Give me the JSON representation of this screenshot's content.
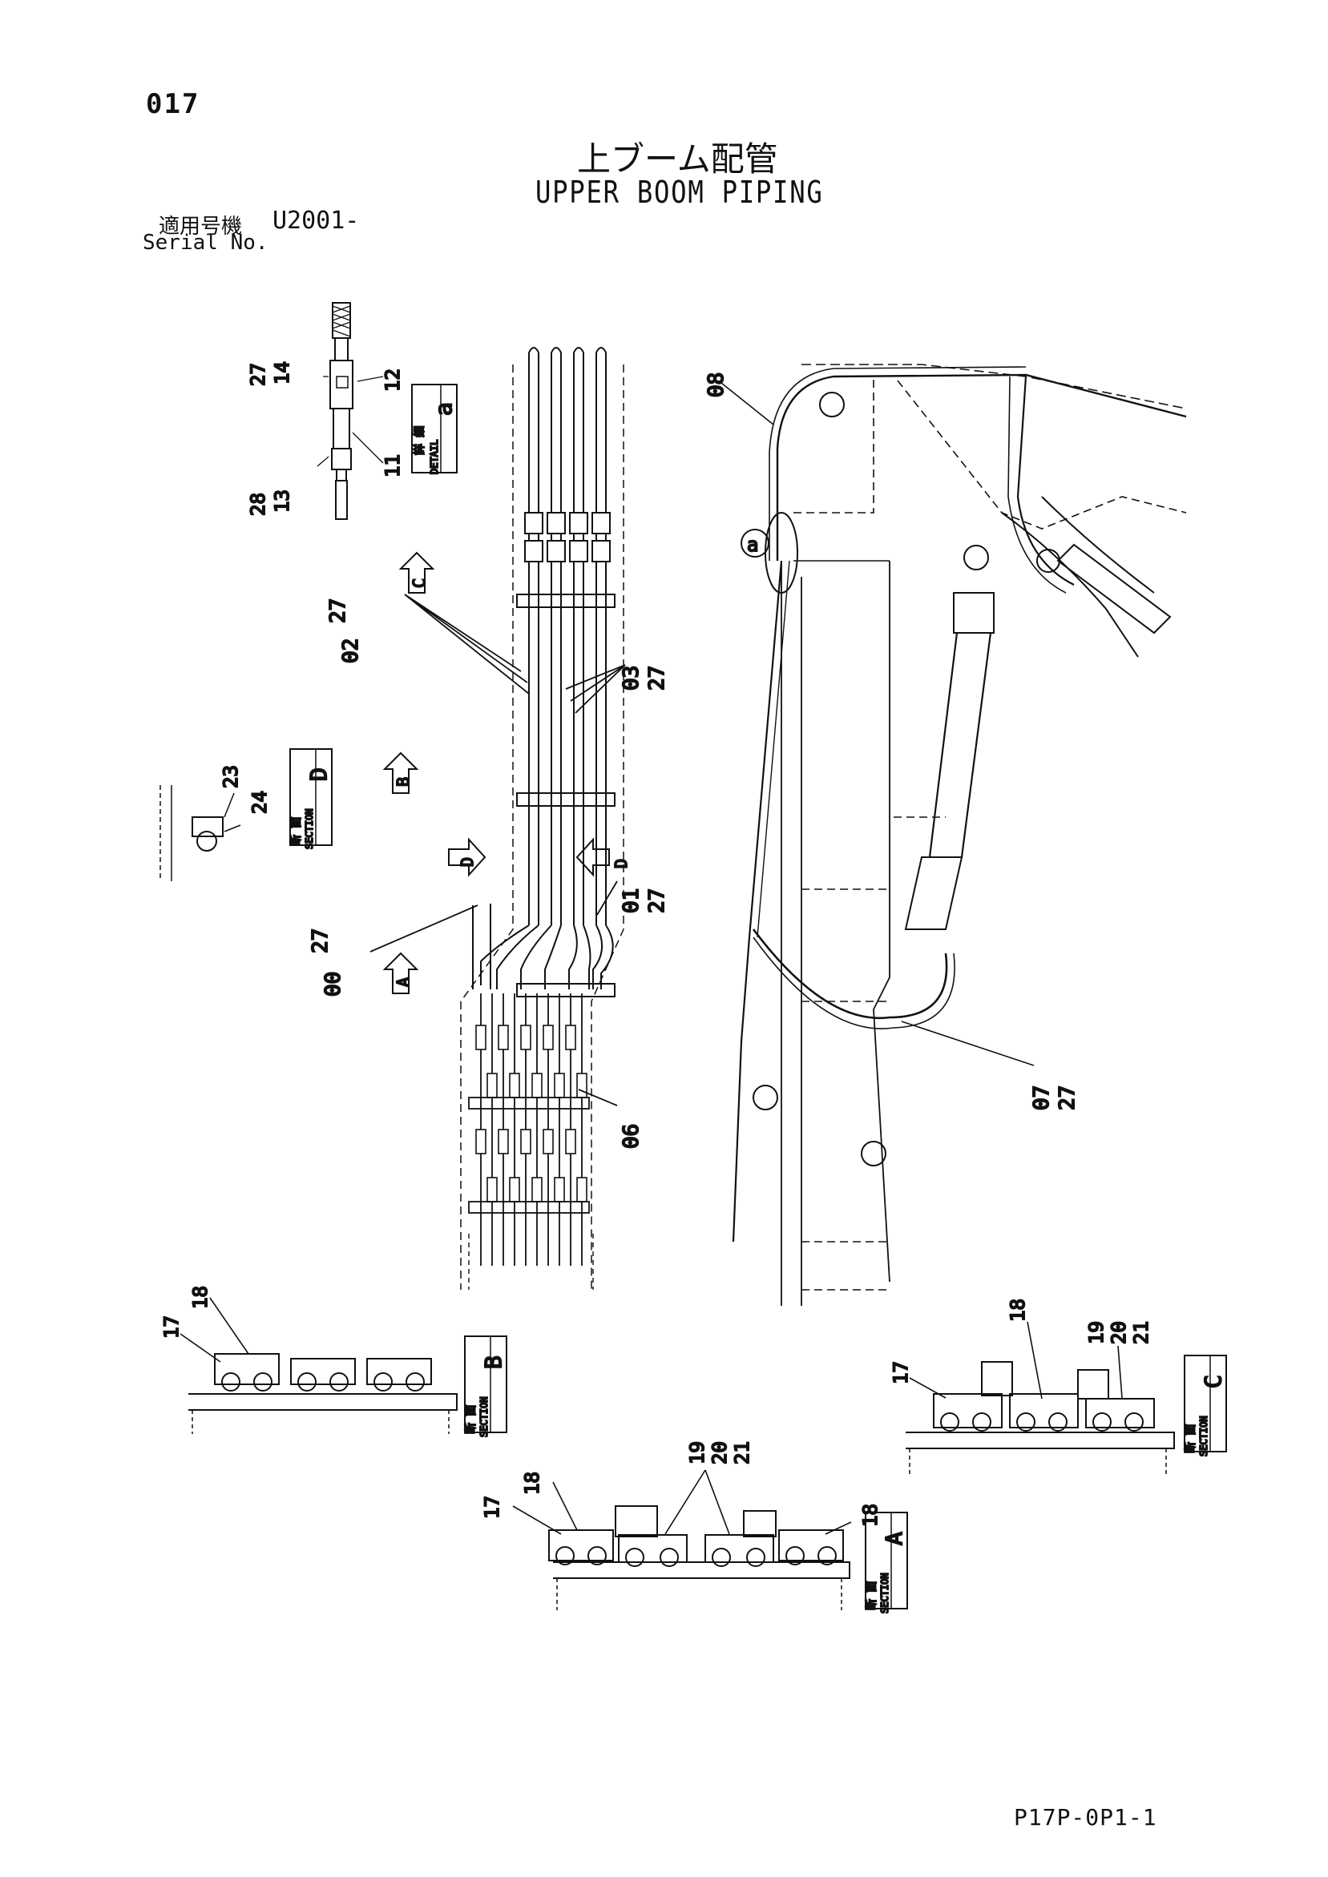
{
  "header": {
    "page_number": "017",
    "title_jp": "上ブーム配管",
    "title_en": "UPPER BOOM PIPING",
    "serial_label_jp": "適用号機",
    "serial_value": "U2001-",
    "serial_label_en": "Serial No."
  },
  "views": {
    "detail_a": {
      "jp": "詳 細",
      "en": "DETAIL",
      "letter": "a"
    },
    "section_a": {
      "jp": "断 面",
      "en": "SECTION",
      "letter": "A"
    },
    "section_b": {
      "jp": "断 面",
      "en": "SECTION",
      "letter": "B"
    },
    "section_c": {
      "jp": "断 面",
      "en": "SECTION",
      "letter": "C"
    },
    "section_d": {
      "jp": "断 面",
      "en": "SECTION",
      "letter": "D"
    }
  },
  "view_arrows": [
    "A",
    "B",
    "C",
    "D",
    "D"
  ],
  "callouts": {
    "detail_27": "27",
    "detail_14": "14",
    "detail_12": "12",
    "detail_11": "11",
    "detail_28": "28",
    "detail_13": "13",
    "p27_02a": "27",
    "p02": "02",
    "p03": "03",
    "p27_03": "27",
    "p01": "01",
    "p27_01": "27",
    "p27_00": "27",
    "p00": "00",
    "p06": "06",
    "p08": "08",
    "p07": "07",
    "p27_07": "27",
    "bubble_a": "a",
    "d_23": "23",
    "d_24": "24",
    "b_17": "17",
    "b_18": "18",
    "c_17": "17",
    "c_18": "18",
    "c_19": "19",
    "c_20": "20",
    "c_21": "21",
    "a_17": "17",
    "a_18": "18",
    "a_18r": "18",
    "a_19": "19",
    "a_20": "20",
    "a_21": "21"
  },
  "footer": {
    "drawing_code": "P17P-0P1-1"
  }
}
